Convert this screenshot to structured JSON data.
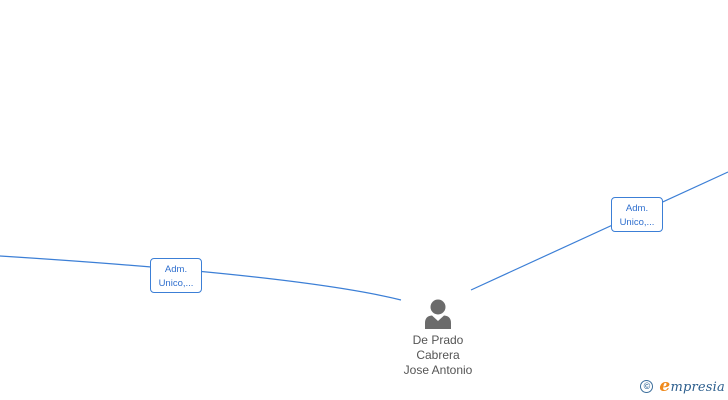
{
  "diagram": {
    "edges": [
      {
        "id": "edge-left",
        "label_line1": "Adm.",
        "label_line2": "Unico,..."
      },
      {
        "id": "edge-right",
        "label_line1": "Adm.",
        "label_line2": "Unico,..."
      }
    ],
    "person": {
      "icon": "person-icon",
      "name_line1": "De Prado",
      "name_line2": "Cabrera",
      "name_line3": "Jose Antonio"
    }
  },
  "footer": {
    "copyright_symbol": "©",
    "brand_initial": "e",
    "brand_rest": "mpresia"
  },
  "colors": {
    "edge": "#3c7fd6",
    "node_text": "#555555",
    "brand_blue": "#2d5f8e",
    "brand_orange": "#f08a1c"
  }
}
